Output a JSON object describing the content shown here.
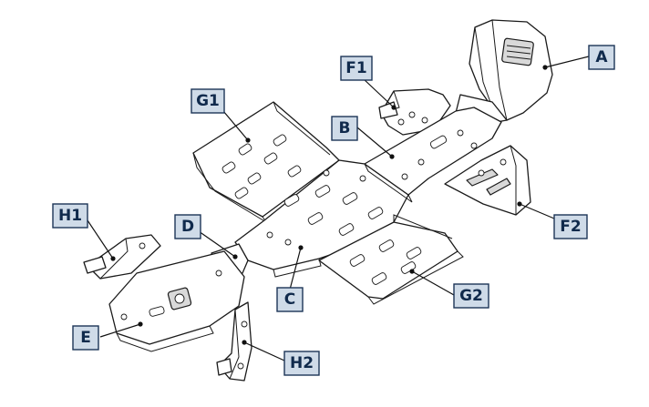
{
  "labels": {
    "A": "A",
    "B": "B",
    "C": "C",
    "D": "D",
    "E": "E",
    "F1": "F1",
    "F2": "F2",
    "G1": "G1",
    "G2": "G2",
    "H1": "H1",
    "H2": "H2"
  },
  "colors": {
    "label_fill": "#cfdbe8",
    "label_border": "#1d3557",
    "label_text": "#102a4c",
    "line": "#1a1a1a"
  }
}
